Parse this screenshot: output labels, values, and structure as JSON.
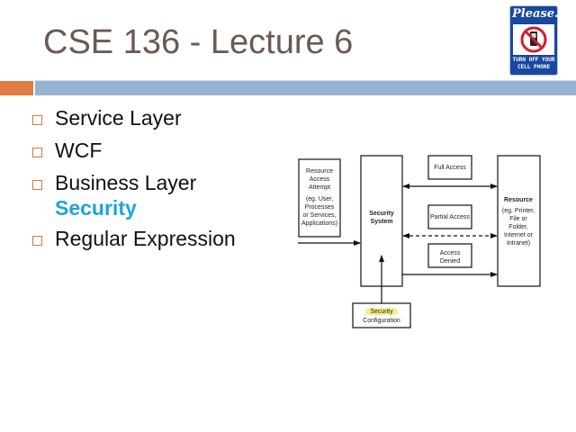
{
  "slide": {
    "title": "CSE 136 - Lecture 6",
    "accent_colors": {
      "orange": "#e07b45",
      "blue": "#95b3d0",
      "title": "#6b5a52",
      "highlight_text": "#1aa3e0"
    }
  },
  "sign": {
    "top": "Please...",
    "line1": "TURN OFF YOUR",
    "line2": "CELL PHONE",
    "icon": "no-cell-phone-icon"
  },
  "bullets": [
    {
      "label": "Service Layer"
    },
    {
      "label": "WCF"
    },
    {
      "label": "Business Layer",
      "sub": "Security"
    },
    {
      "label": "Regular Expression"
    }
  ],
  "diagram": {
    "attempt": [
      "Resource",
      "Access",
      "Attempt",
      "(eg. User,",
      "Processes",
      "or Services,",
      "Applications)"
    ],
    "security_system": [
      "Security",
      "System"
    ],
    "full_access": "Full Access",
    "partial_access": "Partial Access",
    "access_denied": [
      "Access",
      "Denied"
    ],
    "resource": [
      "Resource",
      "(eg. Printer,",
      "File or",
      "Folder,",
      "Internet or",
      "Intranet)"
    ],
    "config": [
      "Security",
      "Configuration"
    ]
  }
}
